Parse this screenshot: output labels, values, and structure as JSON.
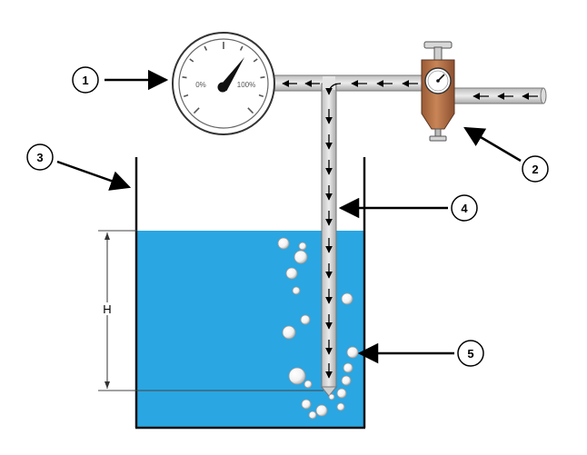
{
  "gauge": {
    "min_label": "0%",
    "max_label": "100%"
  },
  "dimension": {
    "label": "H"
  },
  "callouts": [
    {
      "number": "1",
      "refers_to": "pressure gauge"
    },
    {
      "number": "2",
      "refers_to": "air regulator"
    },
    {
      "number": "3",
      "refers_to": "tank"
    },
    {
      "number": "4",
      "refers_to": "dip tube"
    },
    {
      "number": "5",
      "refers_to": "bubbles"
    }
  ],
  "colors": {
    "liquid": "#2aa6e2",
    "pipe_fill": "#d5d5d5",
    "pipe_outline": "#777777",
    "regulator_body": "#b46f45",
    "outline": "#111111"
  }
}
